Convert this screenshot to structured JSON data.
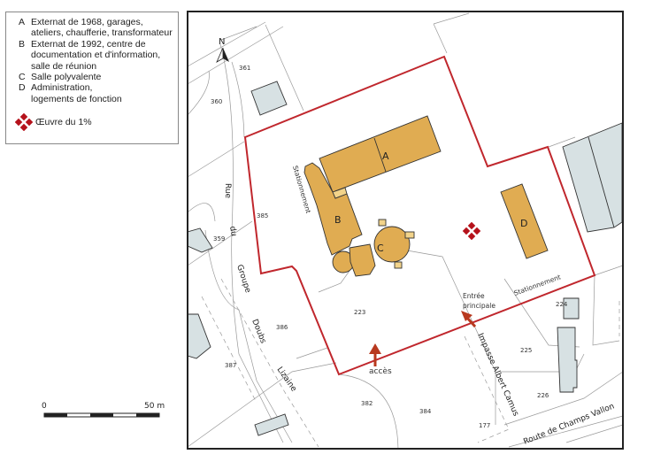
{
  "legend": {
    "items": [
      {
        "key": "A",
        "text": "Externat de 1968, garages, ateliers, chaufferie, transformateur"
      },
      {
        "key": "B",
        "text": "Externat de 1992, centre de documentation et d'information, salle de réunion"
      },
      {
        "key": "C",
        "text": "Salle polyvalente"
      },
      {
        "key": "D",
        "text": "Administration, logements de fonction"
      }
    ],
    "artwork_label": "Œuvre du 1%",
    "artwork_icon": "red-diamond-cluster-icon"
  },
  "scale": {
    "start": "0",
    "end": "50 m"
  },
  "north": "N",
  "buildings": {
    "a": "A",
    "b": "B",
    "c": "C",
    "d": "D"
  },
  "parcels": [
    "361",
    "360",
    "385",
    "359",
    "386",
    "387",
    "223",
    "382",
    "384",
    "177",
    "224",
    "225",
    "226"
  ],
  "streets": {
    "rue": "Rue",
    "du": "du",
    "groupe": "Groupe",
    "doubs": "Doubs",
    "lizaine": "Lizaine",
    "impasse": "Impasse Albert Camus",
    "route": "Route de Champs Vallon"
  },
  "annotations": {
    "stationnement_1": "Stationnement",
    "stationnement_2": "Stationnement",
    "entree_1": "Entrée",
    "entree_2": "principale",
    "acces": "accès"
  },
  "colors": {
    "building": "#e0ac52",
    "boundary": "#c0272d",
    "neighbor": "#d7e1e3",
    "artwork": "#b5121b",
    "arrow": "#b8391f"
  }
}
